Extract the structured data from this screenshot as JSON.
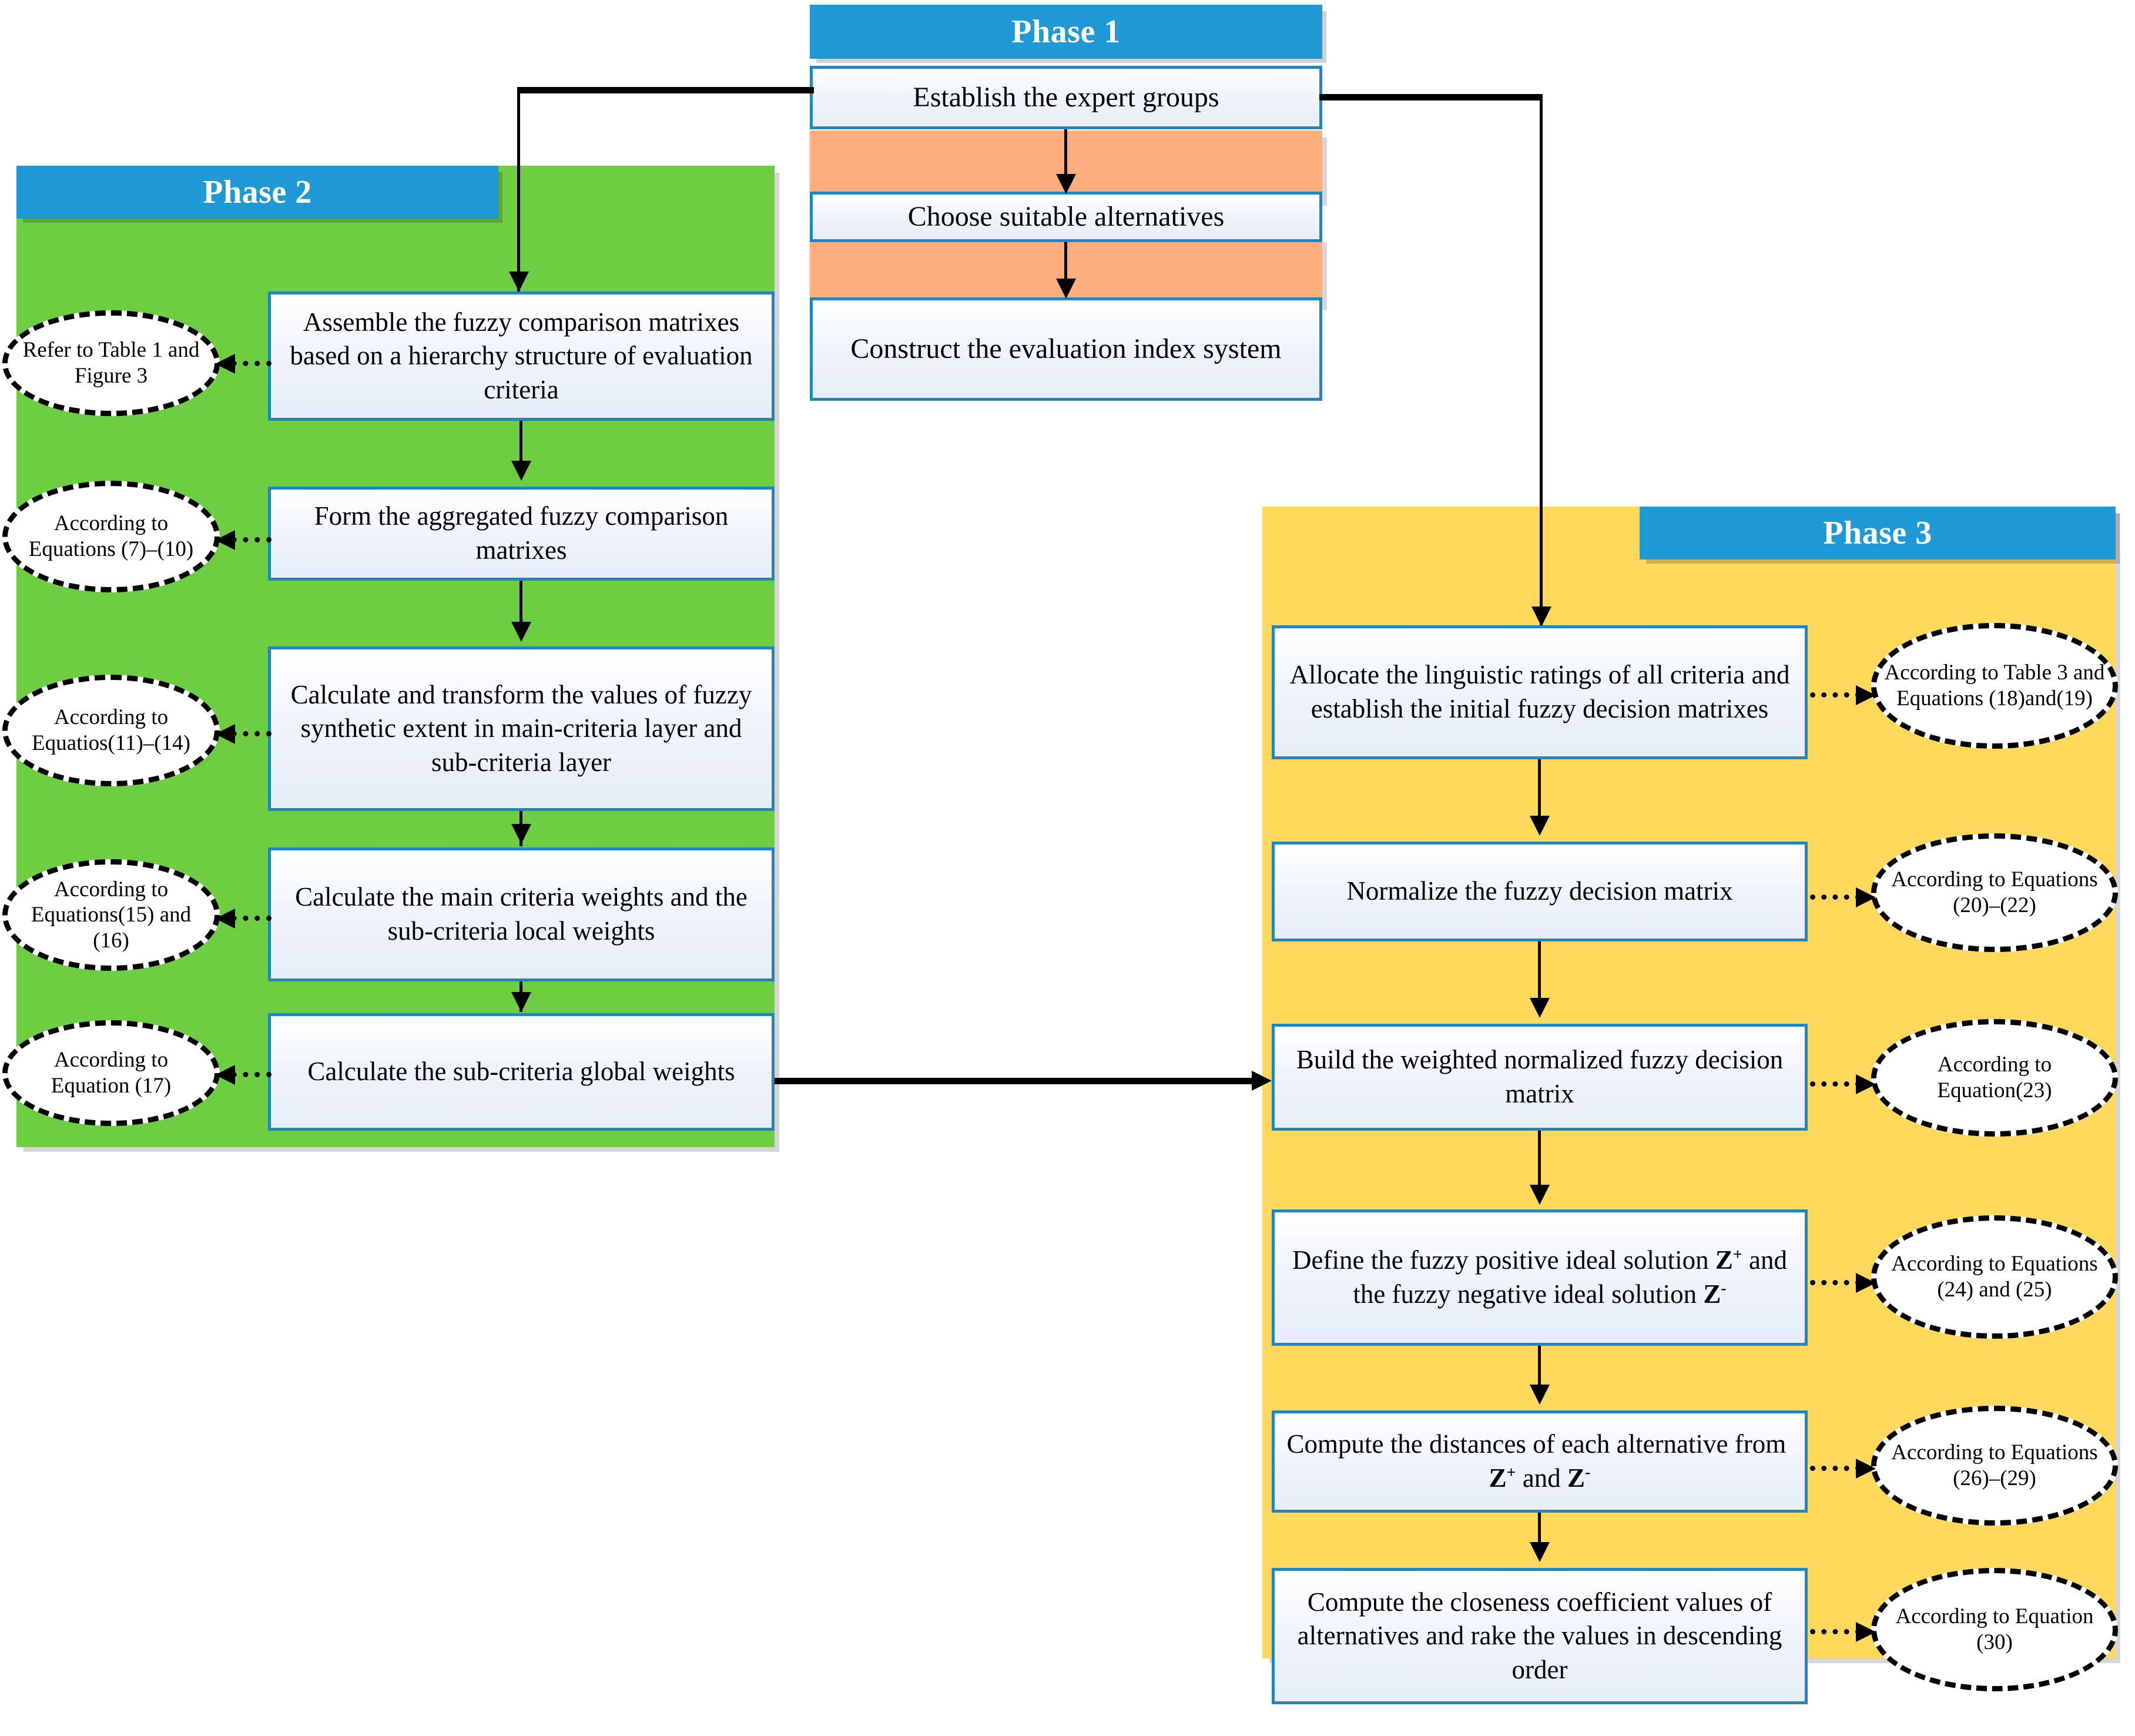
{
  "figure": {
    "type": "flowchart",
    "title": "Three-phase fuzzy AHP-TOPSIS evaluation framework"
  },
  "phases": {
    "phase1": {
      "title": "Phase 1",
      "accent": "#1F99D5",
      "band_color": "#FCAE7C",
      "steps": [
        {
          "label": "Establish the expert  groups"
        },
        {
          "label": "Choose suitable alternatives"
        },
        {
          "label": "Construct the evaluation index system"
        }
      ]
    },
    "phase2": {
      "title": "Phase 2",
      "accent": "#1F99D5",
      "panel_color": "#6ECE42",
      "steps": [
        {
          "label": "Assemble the fuzzy comparison matrixes based on a hierarchy structure of evaluation criteria",
          "note": "Refer to Table 1 and Figure 3"
        },
        {
          "label": "Form the aggregated fuzzy comparison matrixes",
          "note": "According to Equations (7)–(10)"
        },
        {
          "label": "Calculate and transform the values of fuzzy synthetic extent in main-criteria layer and sub-criteria layer",
          "note": "According to Equatios(11)–(14)"
        },
        {
          "label": "Calculate the main criteria weights and the sub-criteria local weights",
          "note": "According to Equations(15) and (16)"
        },
        {
          "label": "Calculate the sub-criteria global weights",
          "note": "According to Equation (17)"
        }
      ]
    },
    "phase3": {
      "title": "Phase 3",
      "accent": "#1F99D5",
      "panel_color": "#FFD85C",
      "steps": [
        {
          "label": "Allocate the linguistic ratings of all criteria and establish the initial fuzzy decision matrixes",
          "note": "According to Table 3 and Equations (18)and(19)"
        },
        {
          "label": "Normalize the fuzzy decision matrix",
          "note": "According to Equations (20)–(22)"
        },
        {
          "label": "Build the weighted normalized fuzzy decision matrix",
          "note": "According to Equation(23)"
        },
        {
          "label": "Define the fuzzy positive ideal solution Z+ and the fuzzy negative ideal solution Z-",
          "label_html": "Define the fuzzy positive ideal solution <b>Z</b><sup>+</sup> and the fuzzy negative ideal solution <b>Z</b><sup>-</sup>",
          "note": "According to Equations (24) and (25)"
        },
        {
          "label": "Compute the distances of each alternative from  Z+ and Z-",
          "label_html": "Compute the distances of each alternative from&nbsp; <b>Z</b><sup>+</sup> and <b>Z</b><sup>-</sup>",
          "note": "According to Equations (26)–(29)"
        },
        {
          "label": "Compute the  closeness coefficient values of alternatives and rake the values in descending order",
          "note": "According to Equation (30)"
        }
      ]
    }
  },
  "connectors": [
    {
      "from": "phase1.step1",
      "to": "phase2.step1",
      "style": "solid-thick-elbow-left"
    },
    {
      "from": "phase1.step1",
      "to": "phase3.step1",
      "style": "solid-thick-elbow-right"
    },
    {
      "from": "phase2.step5",
      "to": "phase3.step3",
      "style": "solid-horizontal"
    }
  ]
}
